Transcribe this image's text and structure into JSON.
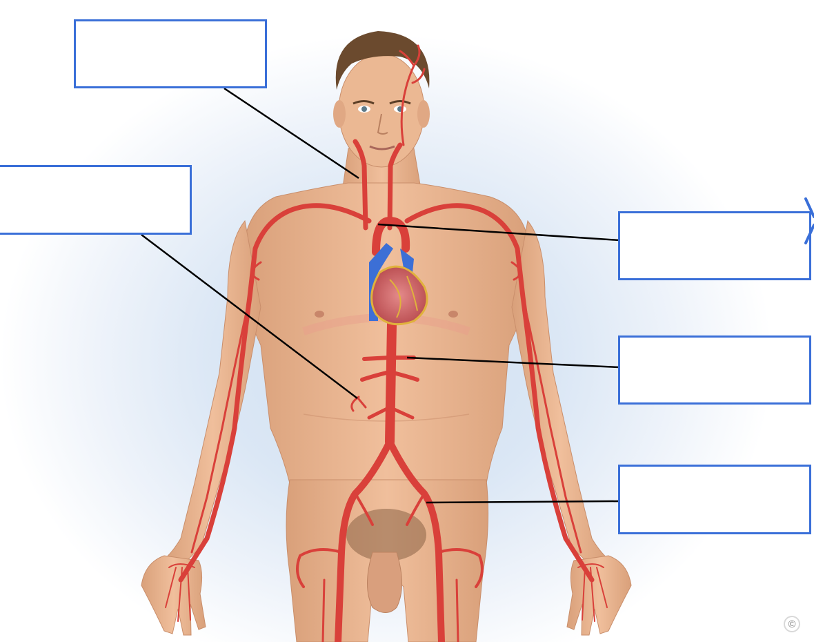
{
  "diagram": {
    "labels": [
      {
        "id": "label-carotid",
        "text": ""
      },
      {
        "id": "label-abdominal-branch",
        "text": ""
      },
      {
        "id": "label-aortic-arch",
        "text": ""
      },
      {
        "id": "label-abdominal-aorta",
        "text": ""
      },
      {
        "id": "label-femoral",
        "text": ""
      }
    ],
    "colors": {
      "label_border": "#3a6fd8",
      "artery": "#d9403a",
      "artery_dark": "#b22d29",
      "vein": "#3c6fd6",
      "skin": "#e9b48f",
      "skin_shadow": "#d49873",
      "hair": "#6b4a2e",
      "leader_line": "#000000"
    },
    "icons": {
      "copyright": "copyright-icon",
      "nav": "chevron-right-icon"
    },
    "copyright_symbol": "©"
  }
}
